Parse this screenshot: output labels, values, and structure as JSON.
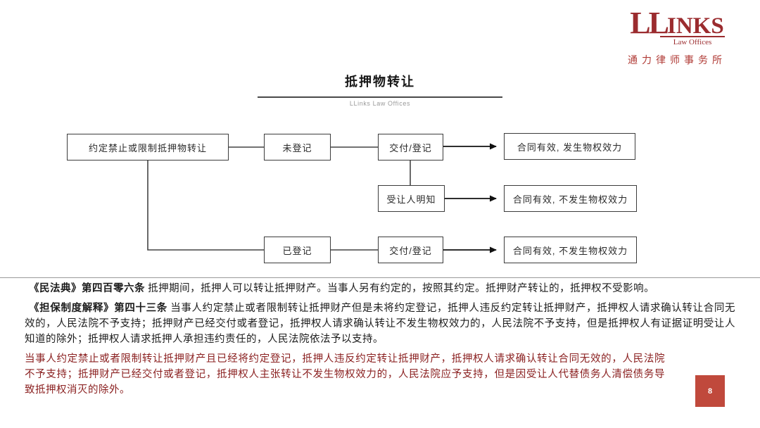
{
  "logo": {
    "name_prefix": "LL",
    "name_rest": "INKS",
    "tagline": "Law Offices",
    "chinese": "通力律师事务所"
  },
  "title": "抵押物转让",
  "subtitle": "LLinks Law Offices",
  "flowchart": {
    "boxes": [
      {
        "id": "restriction-agreed",
        "label": "约定禁止或限制抵押物转让"
      },
      {
        "id": "unregistered",
        "label": "未登记"
      },
      {
        "id": "delivery-registration-1",
        "label": "交付/登记"
      },
      {
        "id": "valid-with-effect",
        "label": "合同有效, 发生物权效力"
      },
      {
        "id": "transferee-knows",
        "label": "受让人明知"
      },
      {
        "id": "valid-no-effect-1",
        "label": "合同有效, 不发生物权效力"
      },
      {
        "id": "registered",
        "label": "已登记"
      },
      {
        "id": "delivery-registration-2",
        "label": "交付/登记"
      },
      {
        "id": "valid-no-effect-2",
        "label": "合同有效, 不发生物权效力"
      }
    ]
  },
  "legal": {
    "paragraphs": [
      {
        "label": "《民法典》第四百零六条",
        "text": "抵押期间，抵押人可以转让抵押财产。当事人另有约定的，按照其约定。抵押财产转让的，抵押权不受影响。"
      },
      {
        "label": "《担保制度解释》第四十三条",
        "text": "当事人约定禁止或者限制转让抵押财产但是未将约定登记，抵押人违反约定转让抵押财产，抵押权人请求确认转让合同无效的，人民法院不予支持；抵押财产已经交付或者登记，抵押权人请求确认转让不发生物权效力的，人民法院不予支持，但是抵押权人有证据证明受让人知道的除外；抵押权人请求抵押人承担违约责任的，人民法院依法予以支持。"
      },
      {
        "label": "",
        "text": "当事人约定禁止或者限制转让抵押财产且已经将约定登记，抵押人违反约定转让抵押财产，抵押权人请求确认转让合同无效的，人民法院不予支持；抵押财产已经交付或者登记，抵押权人主张转让不发生物权效力的，人民法院应予支持，但是因受让人代替债务人清偿债务导致抵押权消灭的除外。"
      }
    ]
  },
  "page_number": "8",
  "colors": {
    "brand_red": "#9b2c2f",
    "logo_chinese_red": "#b03a35",
    "page_badge_red": "#c0493c",
    "highlight_text_red": "#8b2121",
    "box_border": "#3c3c3c",
    "connector": "#444444"
  }
}
